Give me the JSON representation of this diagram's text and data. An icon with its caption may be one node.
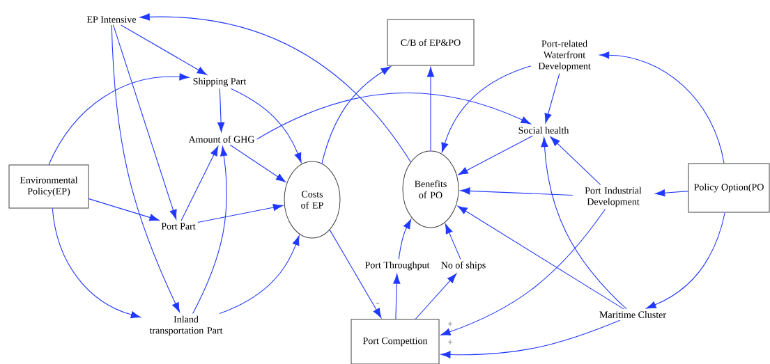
{
  "diagram": {
    "nodes": [
      {
        "text": [
          "EP Intensive"
        ]
      },
      {
        "text": [
          "Shipping Part"
        ]
      },
      {
        "text": [
          "Amount of GHG"
        ]
      },
      {
        "text": [
          "Environmental Policy(EP)"
        ]
      },
      {
        "text": [
          "Port Part"
        ]
      },
      {
        "text": [
          "Inland transportation Part"
        ]
      },
      {
        "text": [
          "Costs of EP"
        ]
      },
      {
        "text": [
          "C/B of EP&PO"
        ]
      },
      {
        "text": [
          "Benefits of PO"
        ]
      },
      {
        "text": [
          "Port-related Waterfront Development"
        ]
      },
      {
        "text": [
          "Social health"
        ]
      },
      {
        "text": [
          "Port Industrial Development"
        ]
      },
      {
        "text": [
          "Policy Option(PO"
        ]
      },
      {
        "text": [
          "Port Throughput"
        ]
      },
      {
        "text": [
          "No of ships"
        ]
      },
      {
        "text": [
          "Port Compettion"
        ]
      },
      {
        "text": [
          "Maritime Cluster"
        ]
      }
    ],
    "edges": [
      {
        "from": 0,
        "to": 1,
        "arrow": "to"
      },
      {
        "from": 0,
        "to": 4,
        "arrow": "to"
      },
      {
        "from": 0,
        "to": 5,
        "arrow": "to"
      },
      {
        "from": 8,
        "to": 0,
        "arrow": "to"
      },
      {
        "from": 3,
        "to": 1,
        "arrow": "to"
      },
      {
        "from": 3,
        "to": 4,
        "arrow": "to"
      },
      {
        "from": 3,
        "to": 5,
        "arrow": "to"
      },
      {
        "from": 1,
        "to": 2,
        "arrow": "to"
      },
      {
        "from": 1,
        "to": 6,
        "arrow": "to"
      },
      {
        "from": 2,
        "to": 6,
        "arrow": "to"
      },
      {
        "from": 2,
        "to": 10,
        "arrow": "to"
      },
      {
        "from": 4,
        "to": 2,
        "arrow": "to"
      },
      {
        "from": 4,
        "to": 6,
        "arrow": "to"
      },
      {
        "from": 5,
        "to": 2,
        "arrow": "to"
      },
      {
        "from": 5,
        "to": 6,
        "arrow": "to"
      },
      {
        "from": 6,
        "to": 7,
        "arrow": "to"
      },
      {
        "from": 6,
        "to": 15,
        "arrow": "to",
        "label": "-"
      },
      {
        "from": 8,
        "to": 7,
        "arrow": "to"
      },
      {
        "from": 9,
        "to": 8,
        "arrow": "to"
      },
      {
        "from": 9,
        "to": 10,
        "arrow": "to"
      },
      {
        "from": 10,
        "to": 8,
        "arrow": "to"
      },
      {
        "from": 11,
        "to": 10,
        "arrow": "to"
      },
      {
        "from": 11,
        "to": 8,
        "arrow": "to"
      },
      {
        "from": 11,
        "to": 15,
        "arrow": "to",
        "label": "+"
      },
      {
        "from": 12,
        "to": 9,
        "arrow": "to"
      },
      {
        "from": 12,
        "to": 11,
        "arrow": "to"
      },
      {
        "from": 12,
        "to": 16,
        "arrow": "to"
      },
      {
        "from": 16,
        "to": 10,
        "arrow": "to"
      },
      {
        "from": 16,
        "to": 8,
        "arrow": "to"
      },
      {
        "from": 16,
        "to": 15,
        "arrow": "to",
        "label": "+"
      },
      {
        "from": 15,
        "to": 13,
        "arrow": "to"
      },
      {
        "from": 15,
        "to": 14,
        "arrow": "to"
      },
      {
        "from": 13,
        "to": 8,
        "arrow": "to"
      },
      {
        "from": 14,
        "to": 8,
        "arrow": "to"
      }
    ]
  }
}
